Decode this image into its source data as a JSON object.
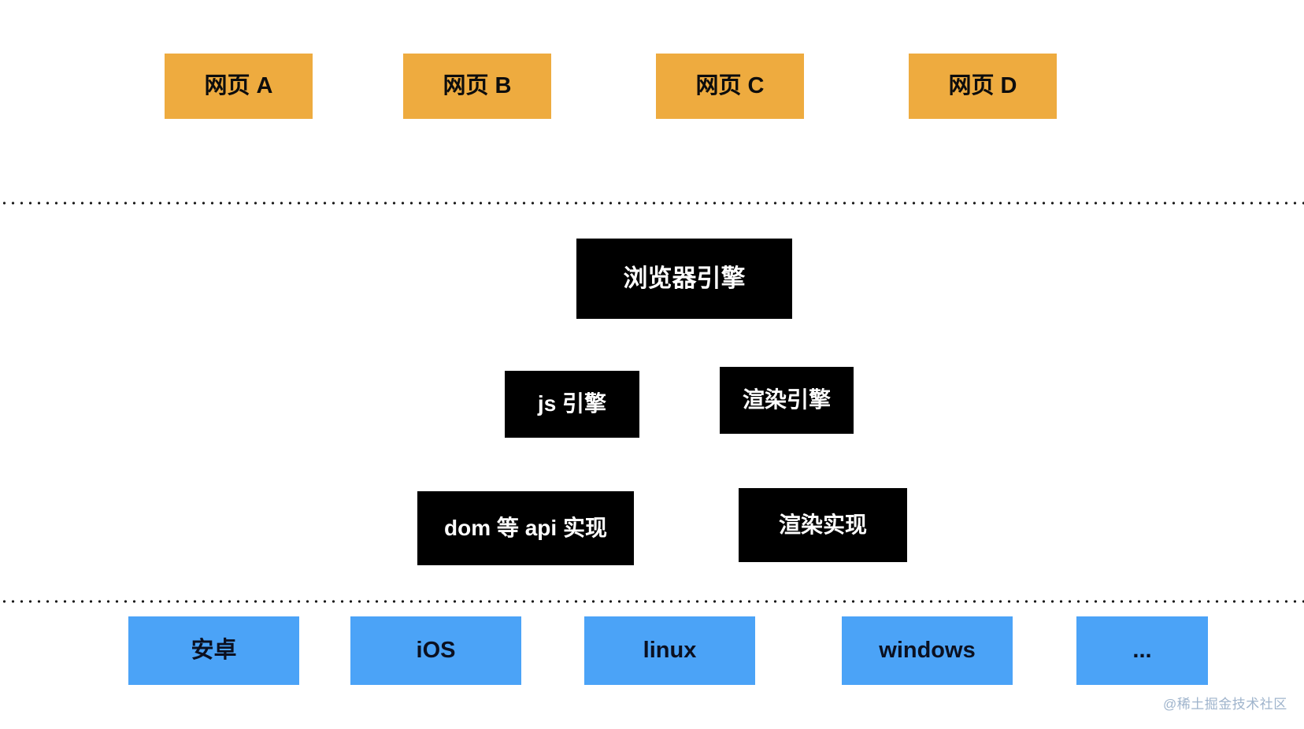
{
  "diagram": {
    "title": "browser-architecture-layers",
    "colors": {
      "page_box": "#eeab3f",
      "engine_box": "#000000",
      "engine_text": "#ffffff",
      "os_box": "#4ba3f7",
      "background": "#ffffff",
      "divider": "#1a1a1a",
      "watermark": "#9fb4cc"
    },
    "layers": {
      "pages": {
        "boxes": [
          {
            "label": "网页 A"
          },
          {
            "label": "网页 B"
          },
          {
            "label": "网页 C"
          },
          {
            "label": "网页 D"
          }
        ]
      },
      "engine": {
        "root": {
          "label": "浏览器引擎"
        },
        "subsystems": [
          {
            "label": "js 引擎"
          },
          {
            "label": "渲染引擎"
          }
        ],
        "implementations": [
          {
            "label": "dom 等 api 实现"
          },
          {
            "label": "渲染实现"
          }
        ]
      },
      "os": {
        "boxes": [
          {
            "label": "安卓"
          },
          {
            "label": "iOS"
          },
          {
            "label": "linux"
          },
          {
            "label": "windows"
          },
          {
            "label": "..."
          }
        ]
      }
    },
    "watermark": "@稀土掘金技术社区"
  }
}
